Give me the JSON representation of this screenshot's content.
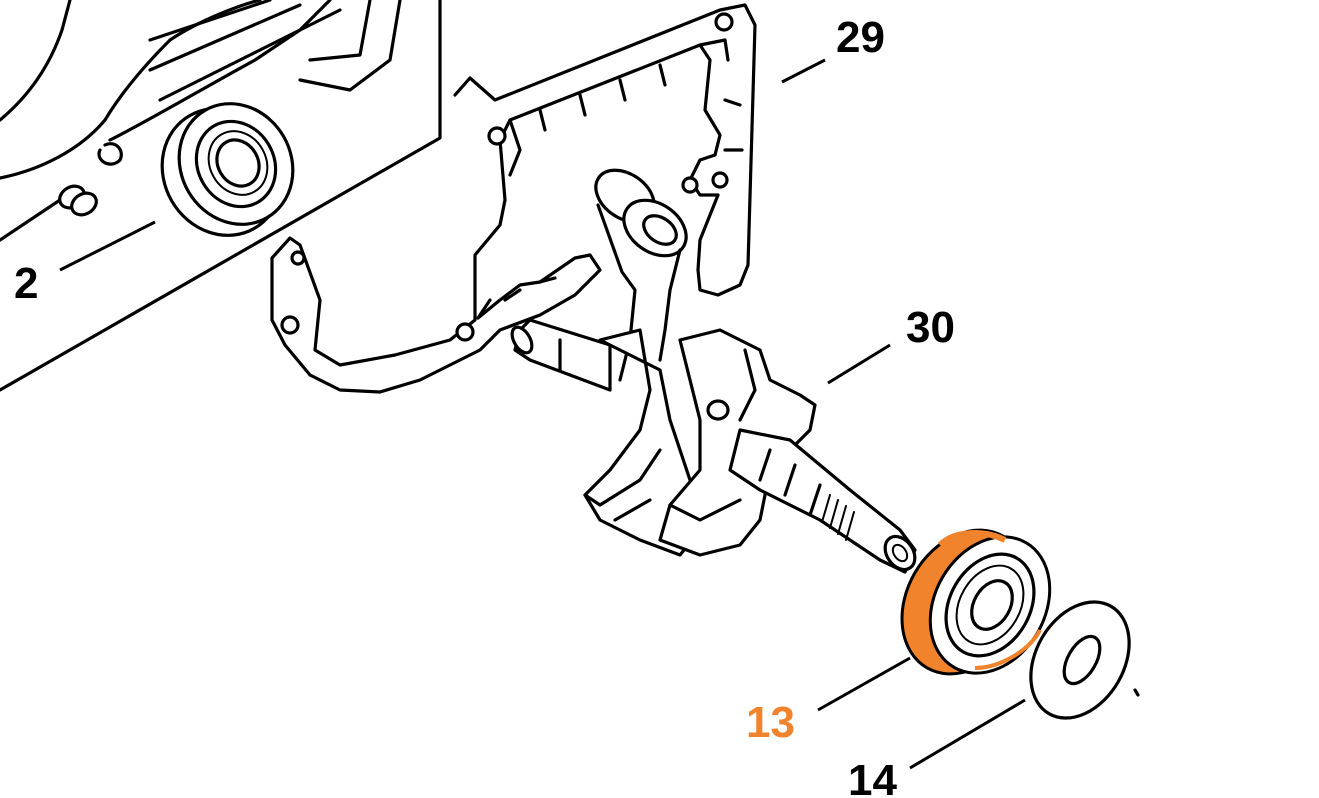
{
  "callouts": [
    {
      "id": "2",
      "text": "2"
    },
    {
      "id": "29",
      "text": "29"
    },
    {
      "id": "30",
      "text": "30"
    },
    {
      "id": "13",
      "text": "13",
      "highlighted": true
    },
    {
      "id": "14",
      "text": "14"
    }
  ],
  "colors": {
    "line": "#000000",
    "highlight": "#f0832b",
    "background": "#ffffff"
  }
}
